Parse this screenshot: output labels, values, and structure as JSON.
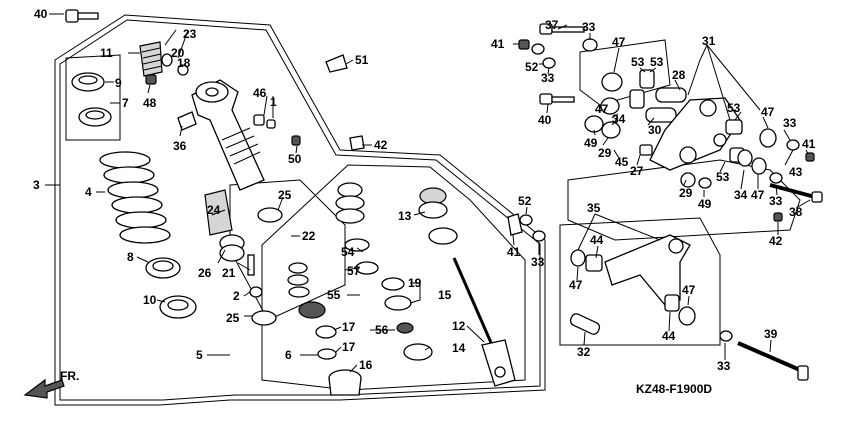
{
  "diagram_code": "KZ48-F1900D",
  "direction_label": "FR.",
  "callouts": [
    "1",
    "2",
    "3",
    "4",
    "5",
    "6",
    "7",
    "8",
    "9",
    "10",
    "11",
    "12",
    "13",
    "14",
    "15",
    "16",
    "17",
    "18",
    "19",
    "20",
    "21",
    "22",
    "23",
    "24",
    "25",
    "26",
    "27",
    "28",
    "29",
    "30",
    "31",
    "32",
    "33",
    "34",
    "35",
    "36",
    "37",
    "38",
    "39",
    "40",
    "41",
    "42",
    "43",
    "44",
    "45",
    "46",
    "47",
    "48",
    "49",
    "50",
    "51",
    "52",
    "53",
    "54",
    "55",
    "56",
    "57"
  ]
}
